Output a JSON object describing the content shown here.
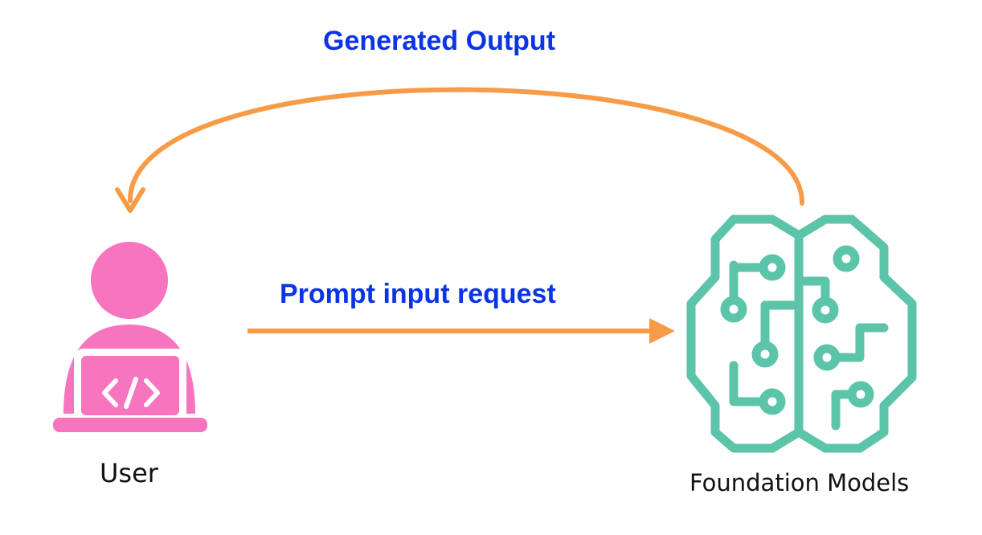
{
  "colors": {
    "arrow": "#f89b47",
    "label": "#0b34e6",
    "user": "#f774bf",
    "model": "#5bc4a9",
    "text": "#111111"
  },
  "edges": {
    "output_label": "Generated Output",
    "prompt_label": "Prompt input request"
  },
  "nodes": {
    "user": {
      "label": "User",
      "icon": "user-laptop-code-icon",
      "screen_glyph": "</>"
    },
    "model": {
      "label": "Foundation Models",
      "icon": "circuit-brain-icon"
    }
  }
}
